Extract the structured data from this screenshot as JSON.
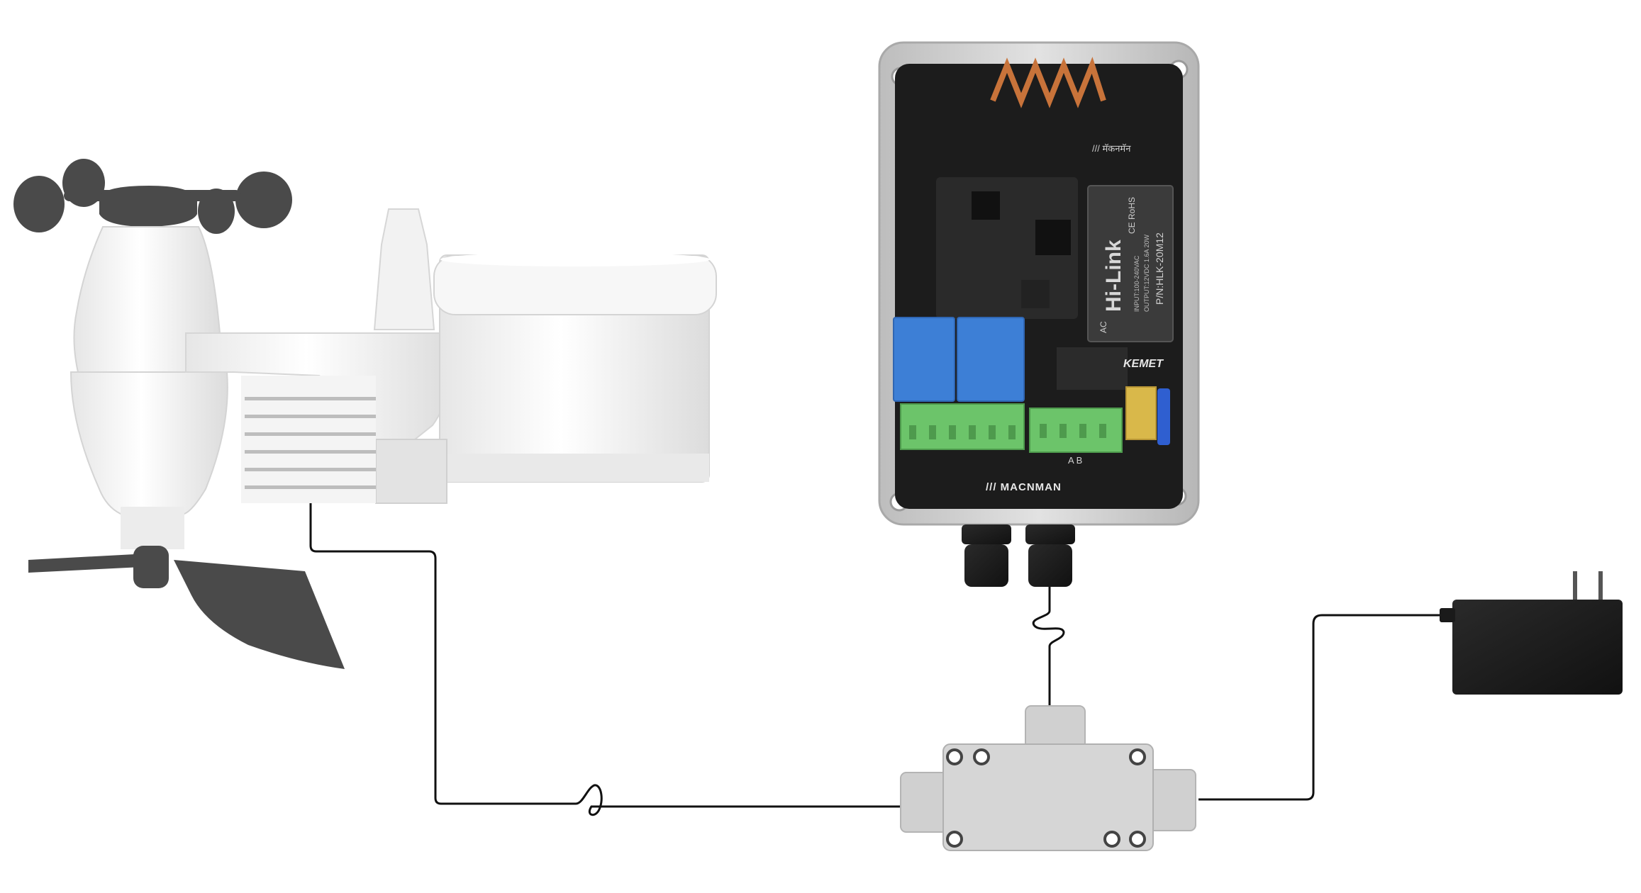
{
  "colors": {
    "background": "#ffffff",
    "cable": "#111111",
    "station_white": "#f1f1f1",
    "station_shadow": "#d9d9d9",
    "station_dark": "#4a4a4a",
    "enclosure_grey": "#c9c9c9",
    "pcb": "#1c1c1c",
    "relay_blue": "#3d7fd6",
    "terminal_green": "#6cc46a",
    "capacitor_yellow": "#d9b84a",
    "coil_copper": "#c8733a",
    "adapter_black": "#1a1a1a",
    "junction_grey": "#d4d4d4"
  },
  "controller": {
    "hindi_brand": "/// मॅकनमॅन",
    "brand": "/// MACNMAN",
    "psu_brand": "Hi-Link",
    "psu_model": "P/N:HLK-20M12",
    "psu_input": "INPUT:100-240VAC",
    "psu_output": "OUTPUT:12VDC 1.6A 20W",
    "psu_ac": "AC",
    "capacitor_brand": "KEMET",
    "terminal_marks": "A B",
    "psu_marks": "CE  RoHS"
  },
  "icons": {
    "weather_station": "weather-station-icon",
    "controller": "controller-board-icon",
    "junction_box": "junction-box-icon",
    "power_adapter": "power-adapter-icon"
  }
}
